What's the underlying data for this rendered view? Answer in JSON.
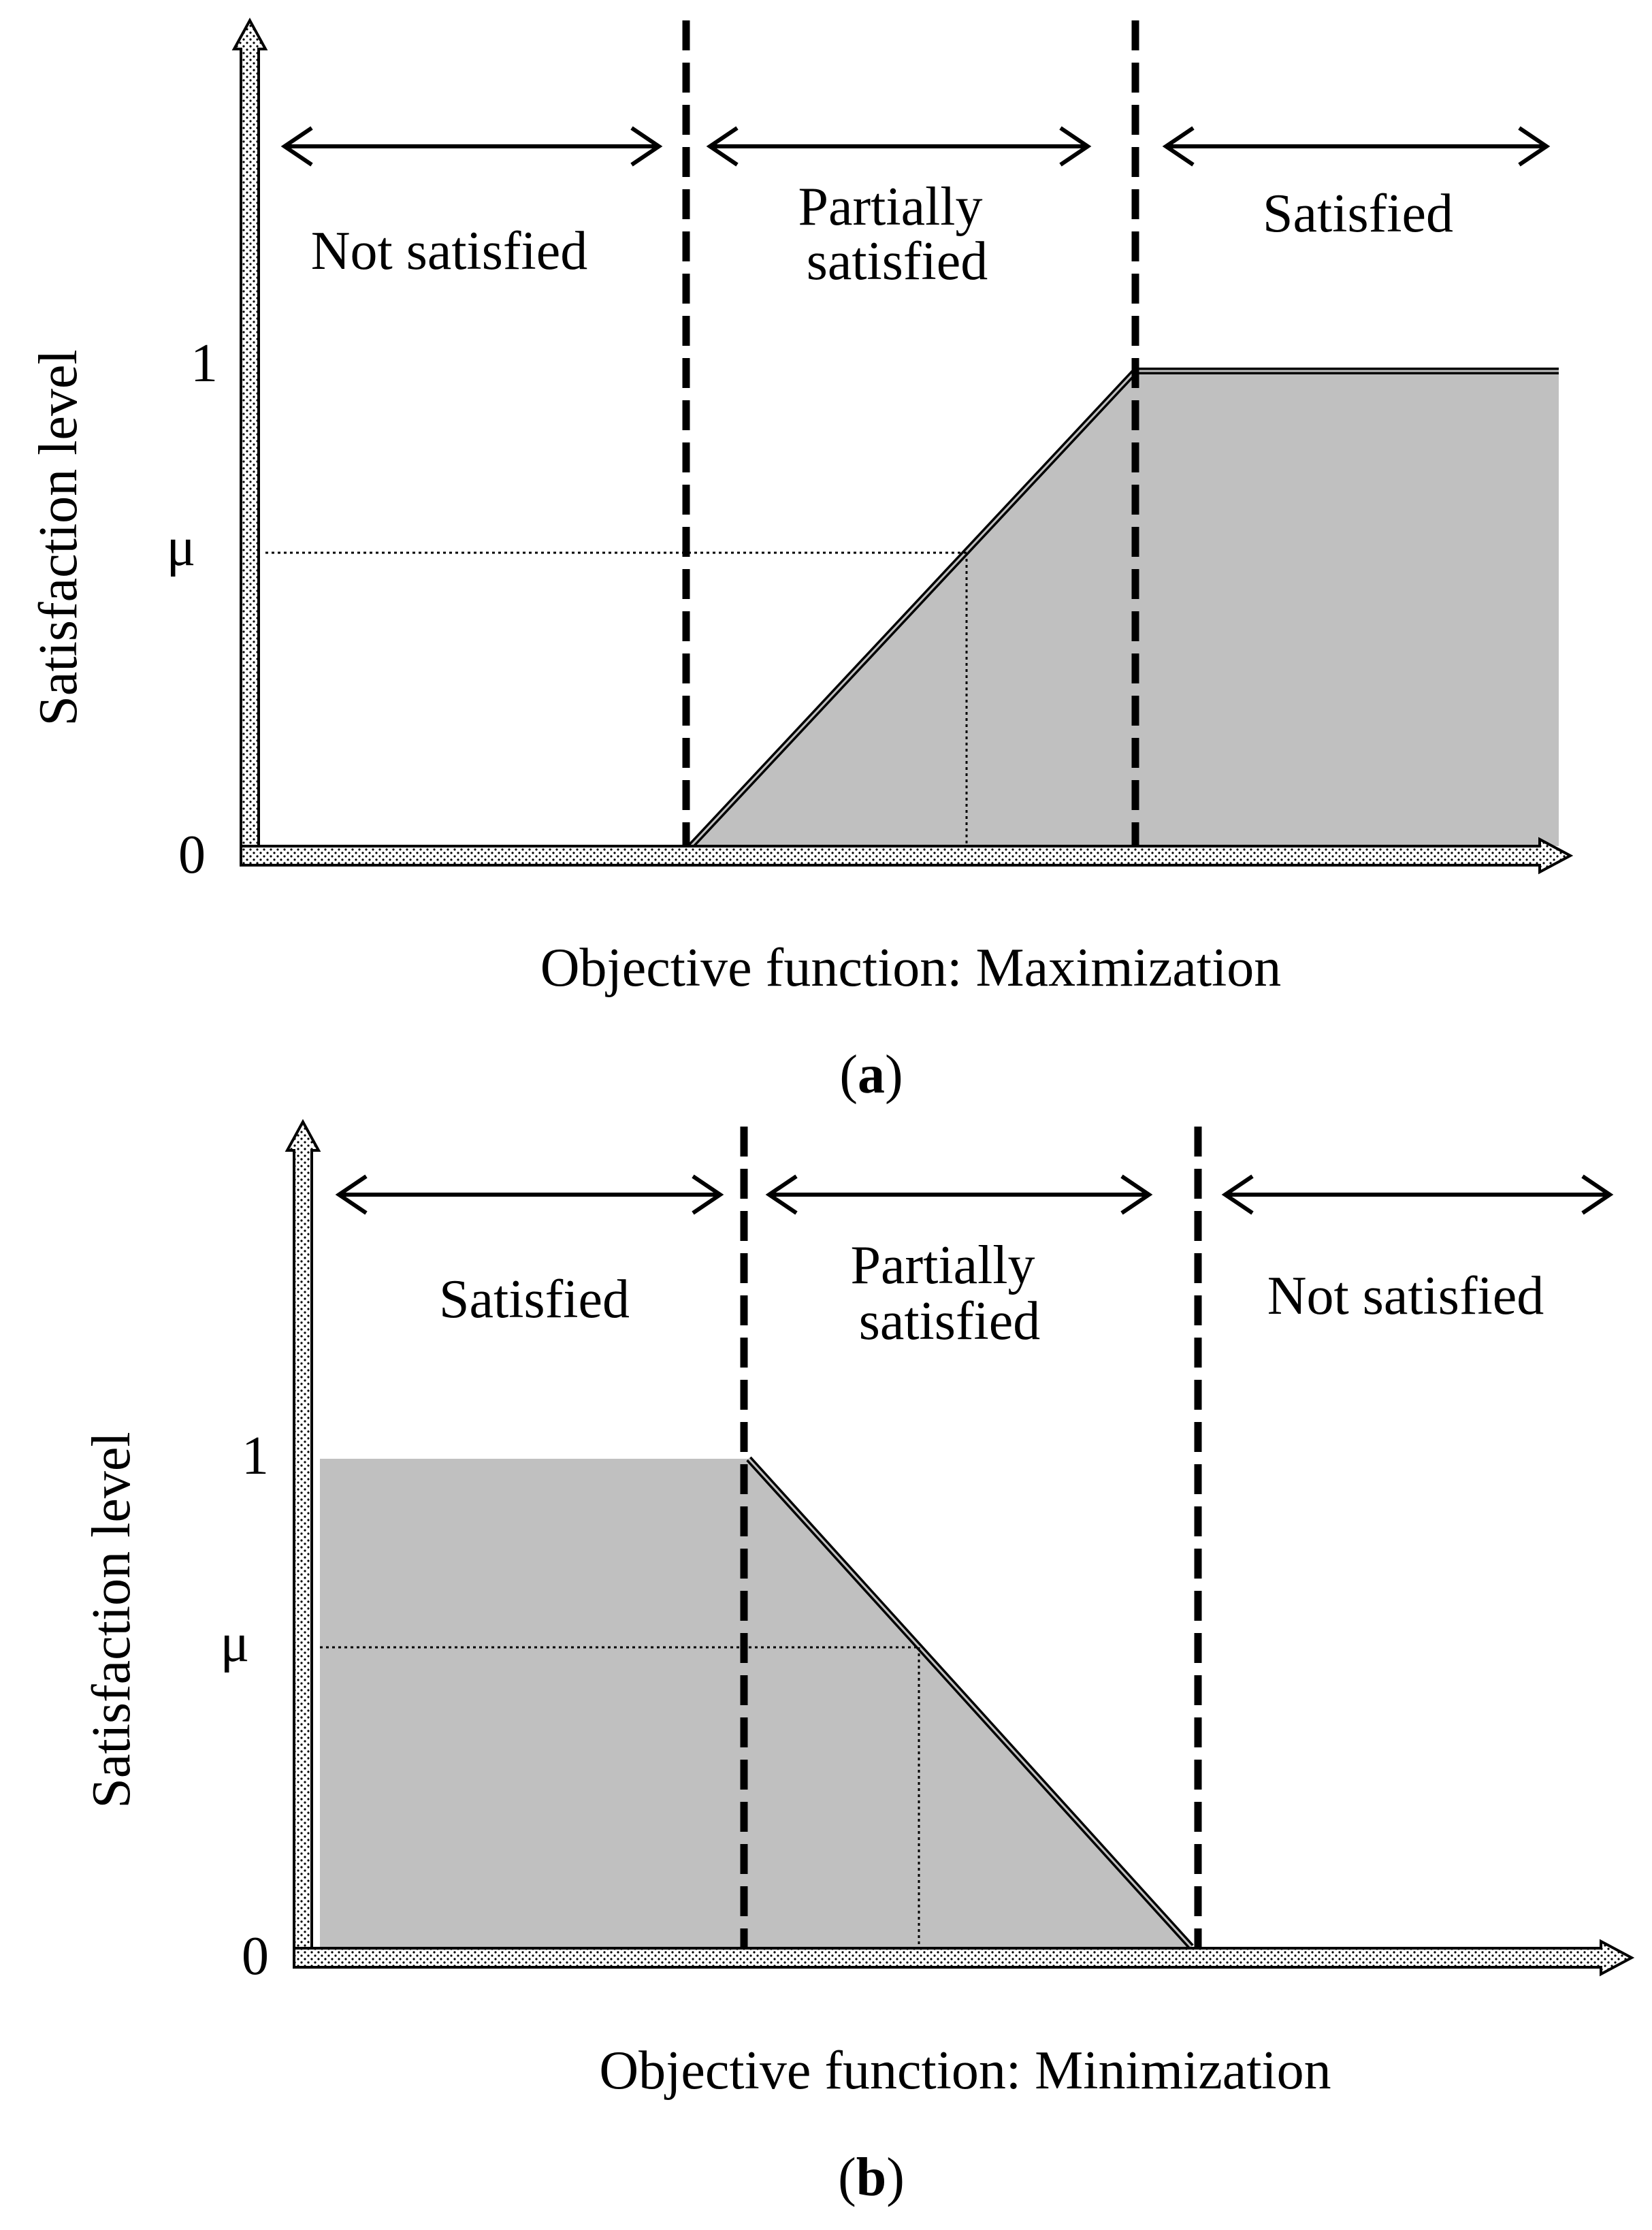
{
  "colors": {
    "fill": "#c0c0c0",
    "line": "#000000",
    "axis_fill": "#ffffff"
  },
  "panels": [
    {
      "id": "a",
      "caption_letter": "a",
      "x_axis_title": "Objective function: Maximization",
      "y_axis_title": "Satisfaction level",
      "y_ticks": {
        "zero": "0",
        "mu": "μ",
        "one": "1"
      },
      "regions": [
        {
          "label_lines": [
            "Not satisfied"
          ]
        },
        {
          "label_lines": [
            "Partially",
            "satisfied"
          ]
        },
        {
          "label_lines": [
            "Satisfied"
          ]
        }
      ],
      "membership": "increasing",
      "mu": 0.6
    },
    {
      "id": "b",
      "caption_letter": "b",
      "x_axis_title": "Objective function: Minimization",
      "y_axis_title": "Satisfaction level",
      "y_ticks": {
        "zero": "0",
        "mu": "μ",
        "one": "1"
      },
      "regions": [
        {
          "label_lines": [
            "Satisfied"
          ]
        },
        {
          "label_lines": [
            "Partially",
            "satisfied"
          ]
        },
        {
          "label_lines": [
            "Not satisfied"
          ]
        }
      ],
      "membership": "decreasing",
      "mu": 0.6
    }
  ]
}
